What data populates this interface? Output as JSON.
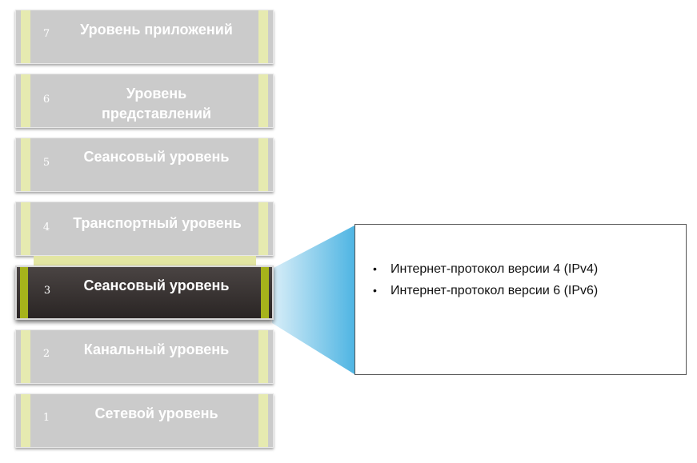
{
  "layers": [
    {
      "number": "7",
      "label": "Уровень приложений"
    },
    {
      "number": "6",
      "label_line1": "Уровень",
      "label_line2": "представлений"
    },
    {
      "number": "5",
      "label": "Сеансовый уровень"
    },
    {
      "number": "4",
      "label": "Транспортный уровень"
    },
    {
      "number": "3",
      "label": "Сеансовый уровень"
    },
    {
      "number": "2",
      "label": "Канальный уровень"
    },
    {
      "number": "1",
      "label": "Сетевой уровень"
    }
  ],
  "callout": {
    "items": [
      "Интернет-протокол версии 4 (IPv4)",
      "Интернет-протокол версии 6 (IPv6)"
    ]
  },
  "colors": {
    "layer_bg": "#cbcbcb",
    "layer_accent": "#e6eab0",
    "active_bg": "#2f2a29",
    "active_accent": "#a6b31b",
    "wedge": "#5bbde6"
  }
}
